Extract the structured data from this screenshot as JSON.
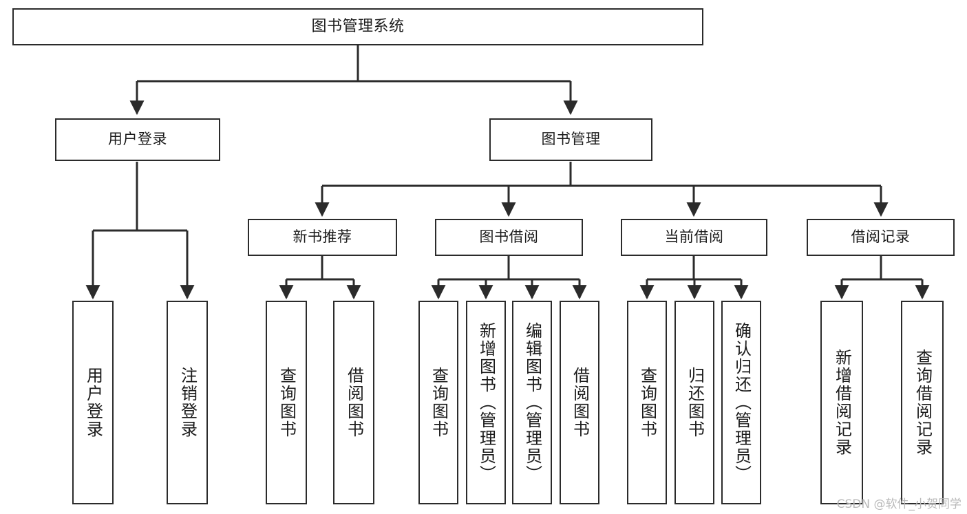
{
  "diagram": {
    "title": "图书管理系统",
    "type": "tree-hierarchy",
    "orientation": "top-down",
    "watermark": "CSDN @软件_小贺同学",
    "colors": {
      "background": "#ffffff",
      "box_border": "#2b2b2b",
      "box_fill": "#ffffff",
      "text": "#1b1b1b",
      "connector": "#2b2b2b",
      "watermark": "#b9b9b9"
    },
    "levels": {
      "root": "图书管理系统",
      "level2": [
        "用户登录",
        "图书管理"
      ],
      "level3": [
        "新书推荐",
        "图书借阅",
        "当前借阅",
        "借阅记录"
      ]
    },
    "nodes": {
      "root": {
        "label": "图书管理系统"
      },
      "user_login": {
        "label": "用户登录"
      },
      "book_manage": {
        "label": "图书管理"
      },
      "new_book_rec": {
        "label": "新书推荐"
      },
      "book_borrow": {
        "label": "图书借阅"
      },
      "current_borrow": {
        "label": "当前借阅"
      },
      "borrow_record": {
        "label": "借阅记录"
      }
    },
    "leaves": {
      "user_login_children": [
        {
          "label": "用户登录"
        },
        {
          "label": "注销登录"
        }
      ],
      "new_book_rec_children": [
        {
          "label": "查询图书"
        },
        {
          "label": "借阅图书"
        }
      ],
      "book_borrow_children": [
        {
          "label": "查询图书"
        },
        {
          "label": "新增图书（管理员）"
        },
        {
          "label": "编辑图书（管理员）"
        },
        {
          "label": "借阅图书"
        }
      ],
      "current_borrow_children": [
        {
          "label": "查询图书"
        },
        {
          "label": "归还图书"
        },
        {
          "label": "确认归还（管理员）"
        }
      ],
      "borrow_record_children": [
        {
          "label": "新增借阅记录"
        },
        {
          "label": "查询借阅记录"
        }
      ]
    }
  }
}
